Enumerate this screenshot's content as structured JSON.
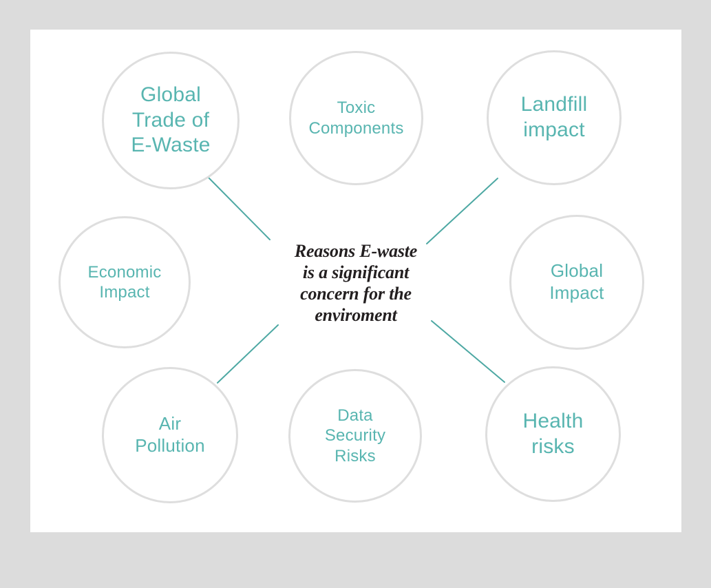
{
  "canvas": {
    "background_color": "#dcdcdc",
    "surface_color": "#ffffff"
  },
  "theme": {
    "accent_color": "#58b5b0",
    "bubble_border_color": "#dedede",
    "connector_color": "#4da8a3",
    "center_text_color": "#231f20"
  },
  "center": {
    "text": "Reasons E-waste\nis a significant\nconcern for the\nenviroment"
  },
  "nodes": [
    {
      "id": "global-trade-of-e-waste",
      "label": "Global\nTrade of\nE-Waste",
      "size": "lg",
      "connected": true
    },
    {
      "id": "toxic-components",
      "label": "Toxic\nComponents",
      "size": "sm",
      "connected": false
    },
    {
      "id": "landfill-impact",
      "label": "Landfill\nimpact",
      "size": "lg",
      "connected": true
    },
    {
      "id": "economic-impact",
      "label": "Economic\nImpact",
      "size": "sm",
      "connected": false
    },
    {
      "id": "global-impact",
      "label": "Global\nImpact",
      "size": "md",
      "connected": false
    },
    {
      "id": "air-pollution",
      "label": "Air\nPollution",
      "size": "md",
      "connected": true
    },
    {
      "id": "data-security-risks",
      "label": "Data\nSecurity\nRisks",
      "size": "sm",
      "connected": false
    },
    {
      "id": "health-risks",
      "label": "Health\nrisks",
      "size": "lg",
      "connected": true
    }
  ],
  "connectors": [
    {
      "id": "connector-global-trade",
      "from": "global-trade-of-e-waste",
      "to": "center"
    },
    {
      "id": "connector-landfill",
      "from": "landfill-impact",
      "to": "center"
    },
    {
      "id": "connector-air-pollution",
      "from": "air-pollution",
      "to": "center"
    },
    {
      "id": "connector-health-risks",
      "from": "health-risks",
      "to": "center"
    }
  ]
}
